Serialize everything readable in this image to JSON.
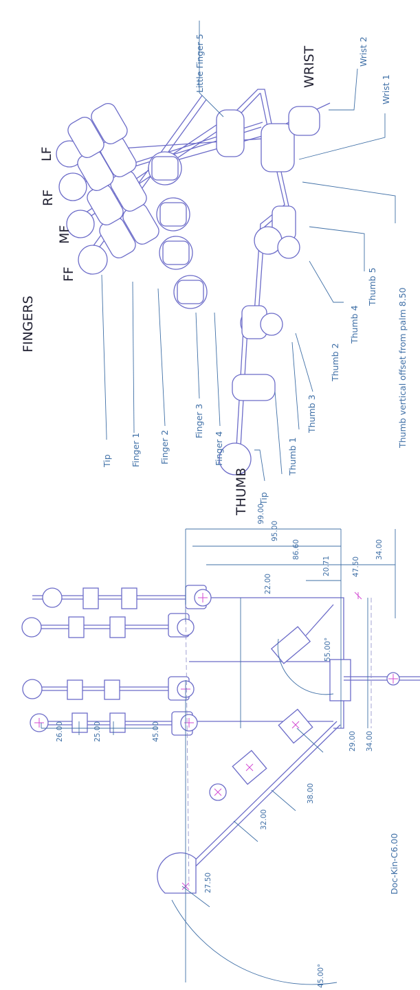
{
  "fingers_view": {
    "title": "FINGERS",
    "group_labels": [
      "FF",
      "MF",
      "RF",
      "LF"
    ],
    "thumb_label": "THUMB",
    "wrist_label": "WRIST",
    "callouts": {
      "tip_finger": "Tip",
      "finger1": "Finger 1",
      "finger2": "Finger 2",
      "finger3": "Finger 3",
      "finger4": "Finger 4",
      "little_finger5": "Little Finger 5",
      "tip_thumb": "Tip",
      "thumb1": "Thumb 1",
      "thumb2": "Thumb 2",
      "thumb3": "Thumb 3",
      "thumb4": "Thumb 4",
      "thumb5": "Thumb 5",
      "thumb_offset": "Thumb vertical offset from palm 8.50",
      "wrist1": "Wrist 1",
      "wrist2": "Wrist 2"
    }
  },
  "kinematic_view": {
    "doc_id": "Doc-Kin-C6.00",
    "dimensions": {
      "d99": "99.00",
      "d95": "95.00",
      "d86": "86.60",
      "d20": "20.71",
      "d47": "47.50",
      "d22": "22.00",
      "d34r": "34.00",
      "a55": "55.00°",
      "d26": "26.00",
      "d25": "25.00",
      "d45": "45.00",
      "d29": "29.00",
      "d34": "34.00",
      "d38": "38.00",
      "d32": "32.00",
      "d27": "27.50",
      "a45": "45.00°"
    }
  }
}
